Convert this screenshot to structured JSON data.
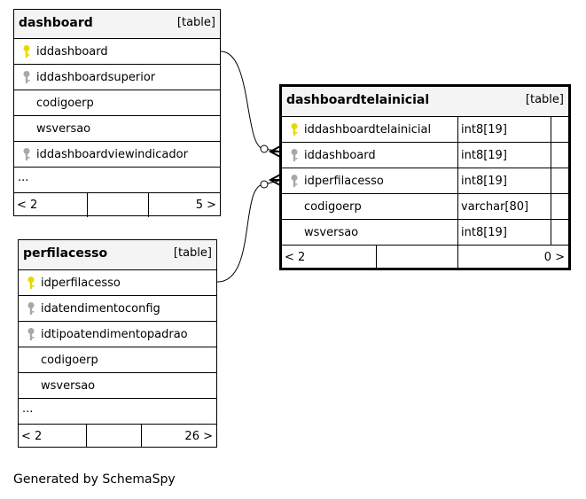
{
  "tables": {
    "dashboard": {
      "name": "dashboard",
      "kind": "[table]",
      "columns": [
        {
          "name": "iddashboard",
          "key": "primary"
        },
        {
          "name": "iddashboardsuperior",
          "key": "foreign"
        },
        {
          "name": "codigoerp",
          "key": "none"
        },
        {
          "name": "wsversao",
          "key": "none"
        },
        {
          "name": "iddashboardviewindicador",
          "key": "foreign"
        }
      ],
      "more": "...",
      "footer": {
        "left": "< 2",
        "right": "5 >"
      }
    },
    "perfilacesso": {
      "name": "perfilacesso",
      "kind": "[table]",
      "columns": [
        {
          "name": "idperfilacesso",
          "key": "primary"
        },
        {
          "name": "idatendimentoconfig",
          "key": "foreign"
        },
        {
          "name": "idtipoatendimentopadrao",
          "key": "foreign"
        },
        {
          "name": "codigoerp",
          "key": "none"
        },
        {
          "name": "wsversao",
          "key": "none"
        }
      ],
      "more": "...",
      "footer": {
        "left": "< 2",
        "right": "26 >"
      }
    },
    "dashboardtelainicial": {
      "name": "dashboardtelainicial",
      "kind": "[table]",
      "columns": [
        {
          "name": "iddashboardtelainicial",
          "key": "primary",
          "type": "int8[19]"
        },
        {
          "name": "iddashboard",
          "key": "foreign",
          "type": "int8[19]"
        },
        {
          "name": "idperfilacesso",
          "key": "foreign",
          "type": "int8[19]"
        },
        {
          "name": "codigoerp",
          "key": "none",
          "type": "varchar[80]"
        },
        {
          "name": "wsversao",
          "key": "none",
          "type": "int8[19]"
        }
      ],
      "footer": {
        "left": "< 2",
        "right": "0 >"
      }
    }
  },
  "colors": {
    "primary_key": "#e8d800",
    "foreign_key": "#a8a8a8",
    "header_bg": "#f4f4f4"
  },
  "generated_by": "Generated by SchemaSpy"
}
